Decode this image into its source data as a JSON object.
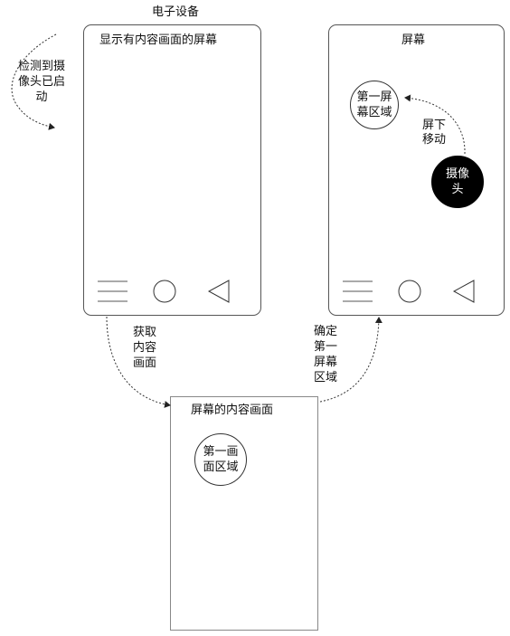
{
  "device_title": "电子设备",
  "left_phone": {
    "screen_label": "显示有内容画面的屏幕"
  },
  "right_phone": {
    "screen_label": "屏幕",
    "region_label_line1": "第一屏",
    "region_label_line2": "幕区域",
    "camera_label_line1": "摄像",
    "camera_label_line2": "头",
    "move_label_line1": "屏下",
    "move_label_line2": "移动"
  },
  "content_panel": {
    "title": "屏幕的内容画面",
    "region_label_line1": "第一画",
    "region_label_line2": "面区域"
  },
  "arrows": {
    "detect": [
      "检测到摄",
      "像头已启",
      "动"
    ],
    "acquire": [
      "获取",
      "内容",
      "画面"
    ],
    "determine": [
      "确定",
      "第一",
      "屏幕",
      "区域"
    ]
  },
  "icons": [
    "menu-lines-icon",
    "home-circle-icon",
    "back-triangle-icon"
  ]
}
